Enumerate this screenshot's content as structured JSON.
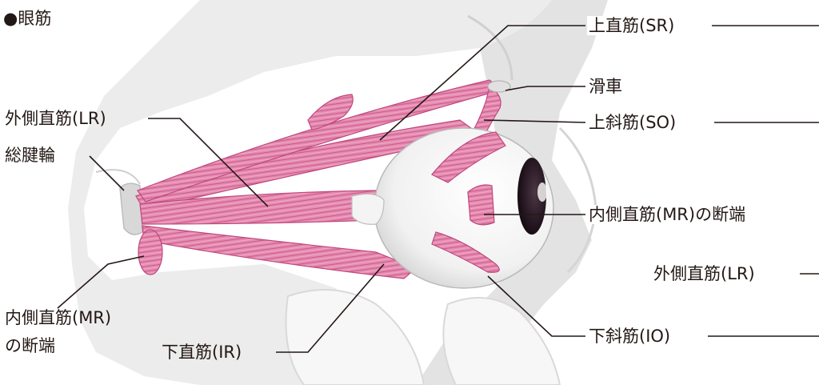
{
  "title": "●眼筋",
  "colors": {
    "muscle": "#e27aa6",
    "muscle_dark": "#c94f86",
    "bone": "#e9e9e9",
    "leader": "#231815"
  },
  "labels": {
    "sr": "上直筋(SR)",
    "trochlea": "滑車",
    "so": "上斜筋(SO)",
    "lr_left": "外側直筋(LR)",
    "annulus": "総腱輪",
    "mr_cut_right": "内側直筋(MR)の断端",
    "lr_right": "外側直筋(LR)",
    "mr_cut_left_1": "内側直筋(MR)",
    "mr_cut_left_2": "の断端",
    "ir": "下直筋(IR)",
    "io": "下斜筋(IO)"
  }
}
